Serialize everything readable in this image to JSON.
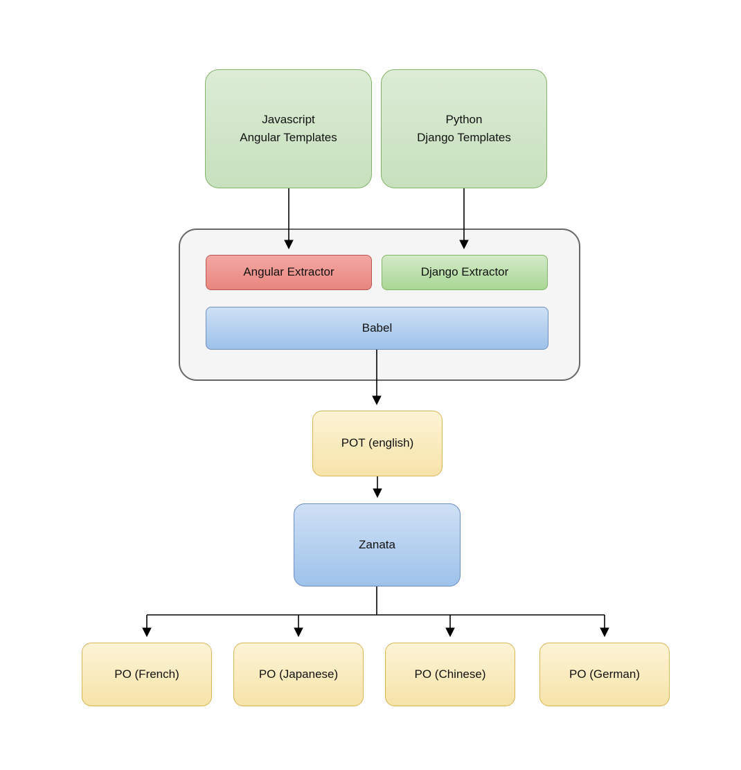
{
  "diagram": {
    "nodes": {
      "js_templates": {
        "label": "Javascript\nAngular Templates"
      },
      "python_templates": {
        "label": "Python\nDjango Templates"
      },
      "angular_extractor": {
        "label": "Angular Extractor"
      },
      "django_extractor": {
        "label": "Django Extractor"
      },
      "babel": {
        "label": "Babel"
      },
      "pot": {
        "label": "POT (english)"
      },
      "zanata": {
        "label": "Zanata"
      },
      "po_french": {
        "label": "PO (French)"
      },
      "po_japanese": {
        "label": "PO (Japanese)"
      },
      "po_chinese": {
        "label": "PO (Chinese)"
      },
      "po_german": {
        "label": "PO (German)"
      }
    },
    "colors": {
      "green_fill": "#d5e8d4",
      "green_stroke": "#82b366",
      "red_fill": "#ea8a84",
      "red_stroke": "#b85450",
      "blue_fill": "#a9c9ec",
      "blue_stroke": "#6c8ebf",
      "yellow_fill": "#fff2cc",
      "yellow_stroke": "#d6b656",
      "container_fill": "#f5f5f5",
      "container_stroke": "#666666",
      "edge": "#000000"
    }
  }
}
